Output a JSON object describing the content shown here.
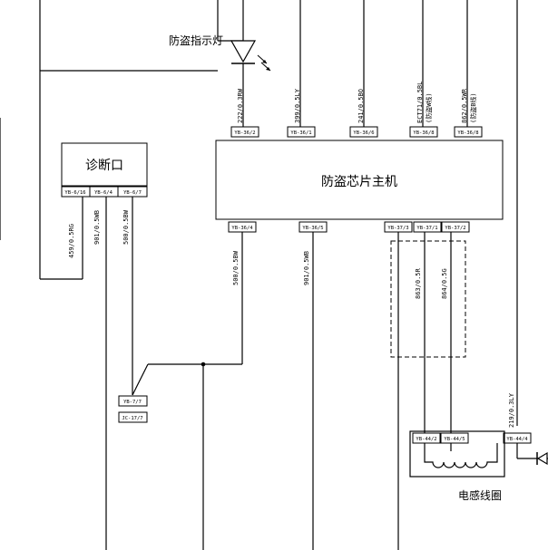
{
  "labels": {
    "indicator": "防盗指示灯",
    "diag_port": "诊断口",
    "main_unit": "防盗芯片主机",
    "coil": "电感线圈"
  },
  "pins": {
    "top": [
      "YB-36/2",
      "YB-36/1",
      "YB-36/6",
      "YB-36/8",
      "YB-36/8"
    ],
    "bottom": [
      "YB-36/4",
      "YB-36/5",
      "YB-37/3",
      "YB-37/1",
      "YB-37/2"
    ],
    "diag": [
      "YB-6/16",
      "YB-6/4",
      "YB-6/7"
    ],
    "splice": [
      "YB-7/7",
      "JC-17/7"
    ],
    "coil": [
      "YB-44/2",
      "YB-44/5",
      "YB-44/4"
    ]
  },
  "wires": {
    "top": [
      "222/0.3RW",
      "399/0.5LY",
      "241/0.5BO",
      "ECT71/0.5BL",
      "862/0.5WR"
    ],
    "top_notes": [
      "(防盗W线)",
      "(防盗B线)"
    ],
    "diag": [
      "459/0.5RG",
      "901/0.5WB",
      "500/0.5BW"
    ],
    "bottom": [
      "500/0.5BW",
      "901/0.5WB",
      "863/0.5R",
      "864/0.5G"
    ],
    "coil_right": "219/0.3LY"
  }
}
